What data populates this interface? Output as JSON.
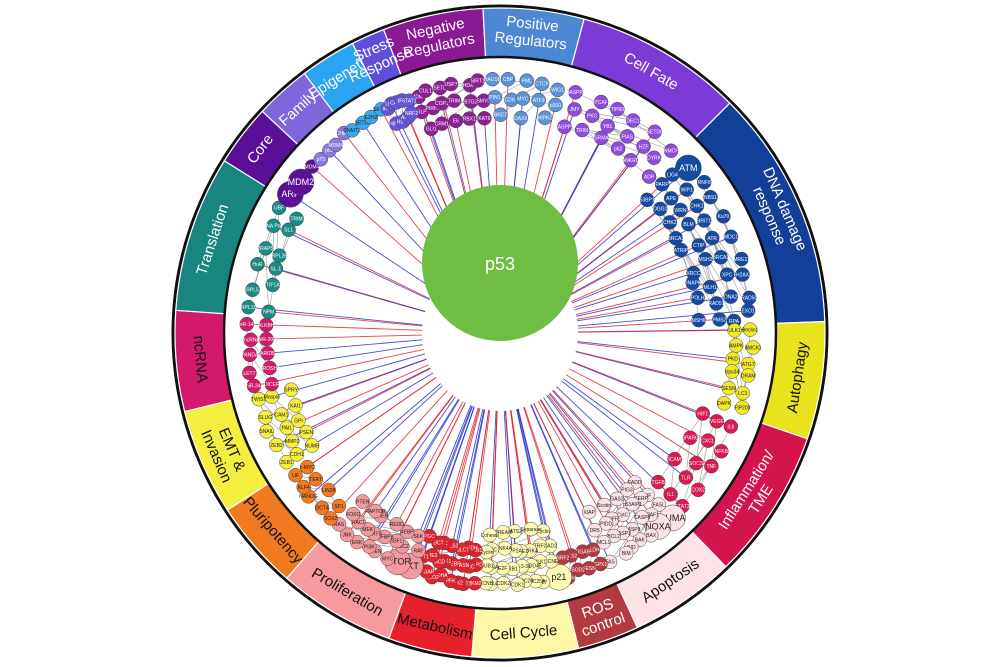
{
  "center": {
    "label": "p53",
    "color": "#6fbe44"
  },
  "ring": {
    "border_color": "#111111",
    "segments": [
      {
        "label": "Negative\nRegulators",
        "color": "#8a1a94",
        "text": "#ffffff"
      },
      {
        "label": "Positive\nRegulators",
        "color": "#4b87d3",
        "text": "#ffffff"
      },
      {
        "label": "Cell Fate",
        "color": "#7b3bd6",
        "text": "#ffffff"
      },
      {
        "label": "DNA damage\nresponse",
        "color": "#123f97",
        "text": "#ffffff"
      },
      {
        "label": "Autophagy",
        "color": "#e8e31c",
        "text": "#111111"
      },
      {
        "label": "Inflammation/\nTME",
        "color": "#d4144d",
        "text": "#ffffff"
      },
      {
        "label": "Apoptosis",
        "color": "#fde3e5",
        "text": "#111111"
      },
      {
        "label": "ROS\ncontrol",
        "color": "#b33a3f",
        "text": "#ffffff"
      },
      {
        "label": "Cell Cycle",
        "color": "#fff8a8",
        "text": "#111111"
      },
      {
        "label": "Metabolism",
        "color": "#e6212b",
        "text": "#111111"
      },
      {
        "label": "Proliferation",
        "color": "#f79aa0",
        "text": "#111111"
      },
      {
        "label": "Pluripotency",
        "color": "#f07a20",
        "text": "#111111"
      },
      {
        "label": "EMT &\nInvasion",
        "color": "#f4ee3f",
        "text": "#111111"
      },
      {
        "label": "ncRNA",
        "color": "#d2196a",
        "text": "#111111"
      },
      {
        "label": "Translation",
        "color": "#18857f",
        "text": "#ffffff"
      },
      {
        "label": "Core",
        "color": "#5a0f98",
        "text": "#ffffff"
      },
      {
        "label": "Family",
        "color": "#7e66dc",
        "text": "#ffffff"
      },
      {
        "label": "Epigenetic",
        "color": "#2aa3f0",
        "text": "#ffffff"
      },
      {
        "label": "Stress\nResponse",
        "color": "#5e4ed9",
        "text": "#ffffff"
      }
    ]
  },
  "clusters": [
    {
      "name": "negative-regulators",
      "color": "#8e1e97",
      "labels": [
        "MDM4",
        "CUL1",
        "SETD",
        "USP7",
        "HDAC",
        "SIRT1",
        "GLP",
        "PIRH2",
        "COP1",
        "TRIM",
        "BTG2",
        "SMYD",
        "GLI1",
        "CRM1",
        "E6",
        "RBX1",
        "KAT6"
      ]
    },
    {
      "name": "positive-regulators",
      "color": "#5b93d9",
      "labels": [
        "HAUSP",
        "CBP",
        "PML",
        "CTCF",
        "WIG1",
        "PIN1",
        "CDK9",
        "MYC",
        "ATF3",
        "p300",
        "BRD7",
        "DAXX",
        "HIPK2"
      ]
    },
    {
      "name": "cell-fate",
      "color": "#8e4be0",
      "labels": [
        "iASPP",
        "PCAF",
        "TIP60",
        "DEC1",
        "SETD8",
        "NMCF",
        "JMY",
        "PKC",
        "YB1",
        "PIAS",
        "HZF",
        "DYRK",
        "ASPP",
        "TRIM",
        "SRMA",
        "p62",
        "ANKRD",
        "ADP"
      ]
    },
    {
      "name": "dna-damage",
      "color": "#154aa3",
      "labels": [
        "ATM",
        "RNF8",
        "NBS1",
        "Ku70",
        "MDC1",
        "MRE11",
        "H2AX",
        "RAD50",
        "EXO1",
        "LIG4",
        "WIP1",
        "CHK1",
        "BRIT1",
        "ATR",
        "BRCA1",
        "XPC",
        "DNA2",
        "RPA",
        "PARP",
        "APE",
        "WRN",
        "BLM",
        "CTIP",
        "MSH2",
        "MLH1",
        "RAD51",
        "PMS2",
        "53BP1",
        "OGG1",
        "CHK2",
        "BRCA2",
        "ATRIP",
        "XRCC",
        "DNAPK",
        "POLH",
        "MSH6"
      ]
    },
    {
      "name": "autophagy",
      "color": "#f0ea2a",
      "labels": [
        "Beclin1",
        "BMCK1",
        "ATG7",
        "DRAM",
        "LC3",
        "FIP200",
        "ULK1",
        "AMPK",
        "PKD",
        "Vps34",
        "SESN",
        "DAPK"
      ]
    },
    {
      "name": "inflammation",
      "color": "#d91b52",
      "labels": [
        "IL6",
        "NFKB",
        "TNF",
        "COX2",
        "STAT3",
        "VEGF",
        "CXCL",
        "SOCS",
        "TLR",
        "IL1",
        "HIF1",
        "SPARC",
        "ICAM",
        "TGFB"
      ]
    },
    {
      "name": "apoptosis",
      "color": "#fbe2e5",
      "labels": [
        "PUMA",
        "NOXA",
        "BAX",
        "BAK",
        "BID",
        "BIM",
        "FAS",
        "FASL",
        "APAF1",
        "CASP8",
        "CASP9",
        "CASP3",
        "BCL2",
        "MCL1",
        "AIF",
        "PERP",
        "p53AIP1",
        "CytC",
        "TNFR",
        "PIDD",
        "DR5",
        "FADD",
        "PIG3",
        "GAS2",
        "Scotin",
        "XIAP"
      ]
    },
    {
      "name": "ros-control",
      "color": "#b5393e",
      "labels": [
        "GPX1",
        "SESN",
        "SOD2",
        "ALDH4",
        "ALDH",
        "TIGAR",
        "GLS2",
        "NRF2"
      ]
    },
    {
      "name": "cell-cycle",
      "color": "#fffbb4",
      "labels": [
        "p21",
        "p27",
        "CDC25A",
        "CDC20",
        "CDK1",
        "CDK2",
        "CDK4",
        "CCNB",
        "CCNE",
        "PLK1",
        "GADD45",
        "14-3-3s",
        "RB1",
        "E2F",
        "PCNA",
        "BUB1",
        "MAD2",
        "TRF2",
        "AURKA",
        "WEE1",
        "PP2A",
        "INK4A",
        "APC",
        "Cyclin",
        "Cyclin",
        "Separase",
        "LATS2",
        "DREAM",
        "Cohesin"
      ]
    },
    {
      "name": "metabolism",
      "color": "#e3232c",
      "labels": [
        "PKM2",
        "GLUT1",
        "HK2",
        "PFK",
        "LDHA",
        "SCO2",
        "TIGAR",
        "PGM",
        "G6PD",
        "ACC",
        "FASN",
        "SREBP",
        "PDK1",
        "MCD",
        "ME2",
        "CPT1",
        "LPIN1",
        "PHGDH",
        "SLC7",
        "GLS2",
        "PC",
        "DCT",
        "PGC"
      ]
    },
    {
      "name": "proliferation",
      "color": "#f3999f",
      "labels": [
        "AKT",
        "mTOR",
        "MYC",
        "PTEN",
        "PI3K",
        "ERK",
        "JNK",
        "RAS",
        "RAF",
        "TSC2",
        "IGF1",
        "IGFBP3",
        "SIRT6",
        "MEK",
        "RAC1",
        "FOXO",
        "S6K",
        "4EBP",
        "REDD",
        "RHEB",
        "RAPTOR",
        "PTEN"
      ]
    },
    {
      "name": "pluripotency",
      "color": "#f17a22",
      "labels": [
        "SOX2",
        "OCT4",
        "NANOG",
        "KLF4",
        "LIF",
        "SP1",
        "LIN28",
        "TERT",
        "c-MYC"
      ]
    },
    {
      "name": "emt",
      "color": "#f5ef40",
      "labels": [
        "ZEB1",
        "ZEB2",
        "SNAIL",
        "SLUG",
        "TWIST",
        "CDH1",
        "MMP2",
        "PAI1",
        "CAM1",
        "Maspin",
        "NUMB",
        "PSEN",
        "GPI",
        "KAI1",
        "SPRY"
      ]
    },
    {
      "name": "ncrna",
      "color": "#d11c6b",
      "labels": [
        "miR-34a",
        "LET7",
        "PANDA",
        "lincRNA",
        "miR-145",
        "DICER",
        "DROSHA",
        "ARID5",
        "miR-200",
        "ALKBH"
      ]
    },
    {
      "name": "translation",
      "color": "#1c8a84",
      "labels": [
        "RPL11",
        "RPL5",
        "HuR",
        "WRAP53",
        "RNA Pol1",
        "UBF",
        "NPM",
        "TIF1A",
        "SL-1",
        "RPL26",
        "SL1",
        "TRIM"
      ]
    },
    {
      "name": "core",
      "color": "#5b1097",
      "labels": [
        "ARF",
        "MDM2",
        "MDM4"
      ]
    },
    {
      "name": "family",
      "color": "#8b79e0",
      "labels": [
        "p73",
        "p63",
        "MDM4",
        "CHEK2"
      ]
    },
    {
      "name": "epigenetic",
      "color": "#3aa7f0",
      "labels": [
        "DNMT1",
        "SETD2",
        "EZH2",
        "SETD7"
      ]
    },
    {
      "name": "stress-response",
      "color": "#6555dc",
      "labels": [
        "IRF9",
        "LKB1",
        "CAV1",
        "IFN",
        "STAT1",
        "HIF1A",
        "HSF1",
        "AMPK",
        "NRF2"
      ]
    }
  ]
}
